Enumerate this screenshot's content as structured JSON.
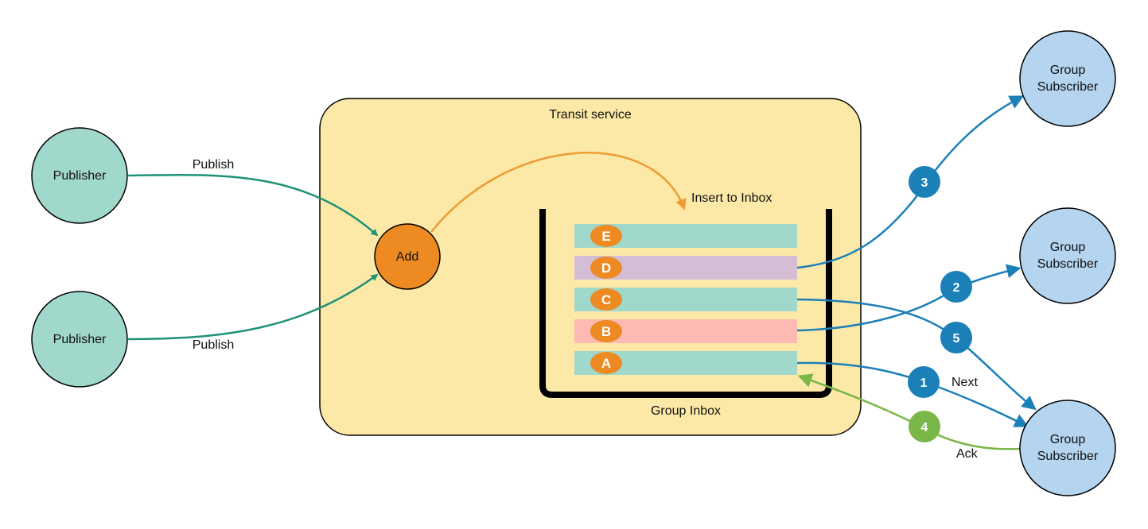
{
  "colors": {
    "publisher_fill": "#a0d8cb",
    "subscriber_fill": "#b4d4ef",
    "transit_fill": "#fde9a7",
    "add_fill": "#ed8a21",
    "publish_arrow": "#1f9277",
    "insert_arrow": "#ed9b32",
    "delivery_arrow": "#1b7fb8",
    "ack_arrow": "#7ab648",
    "item_badge": "#ed8a21",
    "inbox_wall": "#000000"
  },
  "publishers": [
    {
      "label": "Publisher"
    },
    {
      "label": "Publisher"
    }
  ],
  "publish_labels": [
    "Publish",
    "Publish"
  ],
  "transit": {
    "title": "Transit service"
  },
  "add_node": {
    "label": "Add"
  },
  "insert_label": "Insert to Inbox",
  "inbox": {
    "title": "Group Inbox",
    "items": [
      {
        "letter": "E",
        "color": "#a0d8cb"
      },
      {
        "letter": "D",
        "color": "#d4bed6"
      },
      {
        "letter": "C",
        "color": "#a0d8cb"
      },
      {
        "letter": "B",
        "color": "#fdb9b2"
      },
      {
        "letter": "A",
        "color": "#a0d8cb"
      }
    ]
  },
  "subscribers": [
    {
      "line1": "Group",
      "line2": "Subscriber"
    },
    {
      "line1": "Group",
      "line2": "Subscriber"
    },
    {
      "line1": "Group",
      "line2": "Subscriber"
    }
  ],
  "steps": [
    "1",
    "2",
    "3",
    "4",
    "5"
  ],
  "next_label": "Next",
  "ack_label": "Ack"
}
